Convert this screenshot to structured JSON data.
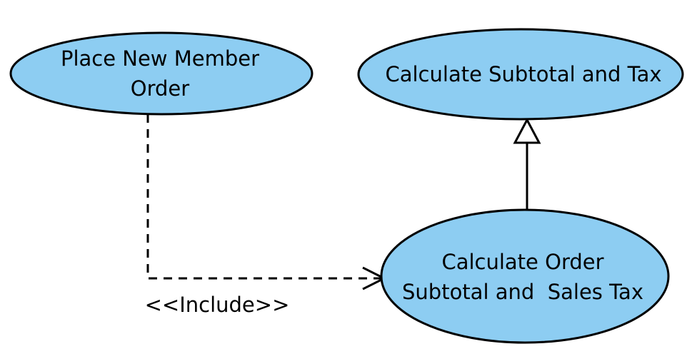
{
  "diagram": {
    "use_cases": [
      {
        "lines": [
          "Place New Member",
          "Order"
        ]
      },
      {
        "lines": [
          "Calculate Subtotal and Tax"
        ]
      },
      {
        "lines": [
          "Calculate Order",
          "Subtotal and  Sales Tax"
        ]
      }
    ],
    "relationships": [
      {
        "type": "include",
        "label": "<<Include>>"
      },
      {
        "type": "generalization"
      }
    ],
    "colors": {
      "use_case_fill": "#8dcdf2",
      "line": "#000000",
      "background": "#ffffff"
    }
  }
}
